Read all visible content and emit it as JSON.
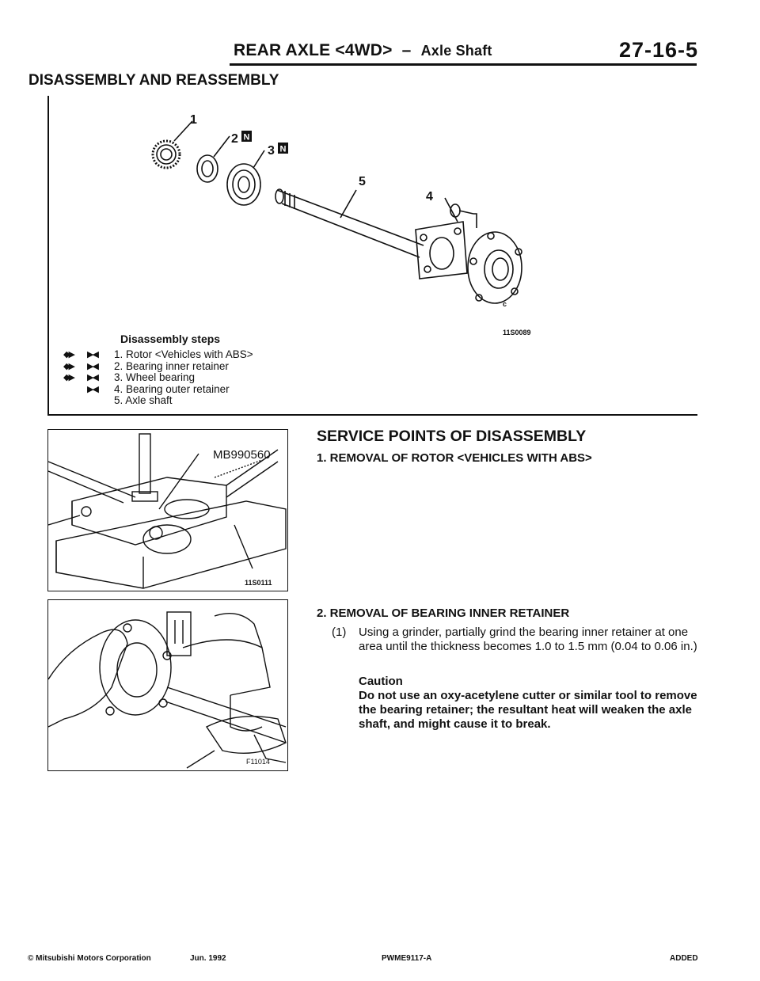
{
  "header": {
    "title_main": "REAR AXLE <4WD>",
    "title_sep": "–",
    "title_sub": "Axle Shaft",
    "page_number": "27-16-5"
  },
  "section_title": "DISASSEMBLY AND REASSEMBLY",
  "exploded_view": {
    "figure_code": "11S0089",
    "callouts": {
      "c1": "1",
      "c2": "2",
      "c3": "3",
      "c4": "4",
      "c5": "5",
      "badge_letter": "N",
      "c_mark": "c"
    }
  },
  "disassembly": {
    "title": "Disassembly steps",
    "steps": [
      {
        "disasm_mark": "◆▶",
        "reasm_mark": "▶◀",
        "text": "1.  Rotor <Vehicles with ABS>"
      },
      {
        "disasm_mark": "◆▶",
        "reasm_mark": "▶◀",
        "text": "2.  Bearing inner retainer"
      },
      {
        "disasm_mark": "◆▶",
        "reasm_mark": "▶◀",
        "text": "3.  Wheel bearing"
      },
      {
        "disasm_mark": "",
        "reasm_mark": "▶◀",
        "text": "4.  Bearing outer retainer"
      },
      {
        "disasm_mark": "",
        "reasm_mark": "",
        "text": "5.  Axle shaft"
      }
    ]
  },
  "photos": {
    "photo1_tool": "MB990560",
    "photo1_code": "11S0111",
    "photo2_code": "F11014"
  },
  "service_points": {
    "title": "SERVICE POINTS OF DISASSEMBLY",
    "item1": "1.  REMOVAL OF ROTOR <VEHICLES WITH ABS>",
    "item2": "2.  REMOVAL OF BEARING INNER RETAINER",
    "sub1_num": "(1)",
    "sub1_text": "Using a grinder, partially grind the bearing inner retainer at one area until the thickness becomes 1.0 to 1.5 mm (0.04 to 0.06 in.)",
    "caution_label": "Caution",
    "caution_text": "Do not use an oxy-acetylene cutter or similar tool to remove the bearing retainer; the resultant heat will weaken the axle shaft, and might cause it to break."
  },
  "footer": {
    "copyright": "© Mitsubishi Motors Corporation",
    "date": "Jun. 1992",
    "doc_code": "PWME9117-A",
    "status": "ADDED"
  }
}
